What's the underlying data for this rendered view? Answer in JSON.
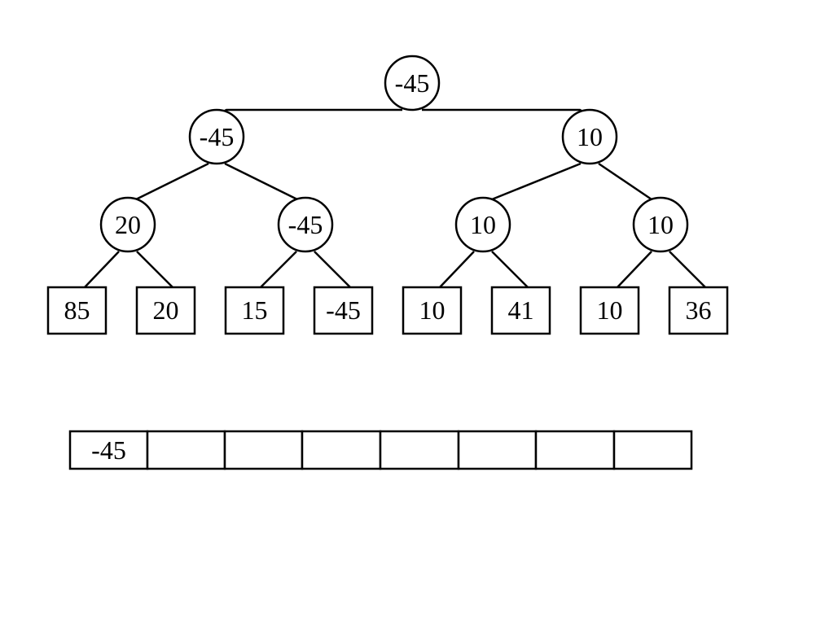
{
  "tree": {
    "internal": [
      "-45",
      "-45",
      "10",
      "20",
      "-45",
      "10",
      "10"
    ],
    "leaves": [
      "85",
      "20",
      "15",
      "-45",
      "10",
      "41",
      "10",
      "36"
    ]
  },
  "array": {
    "cells": [
      "-45",
      "",
      "",
      "",
      "",
      "",
      "",
      ""
    ]
  },
  "colors": {
    "stroke": "#000000",
    "background": "#ffffff"
  }
}
